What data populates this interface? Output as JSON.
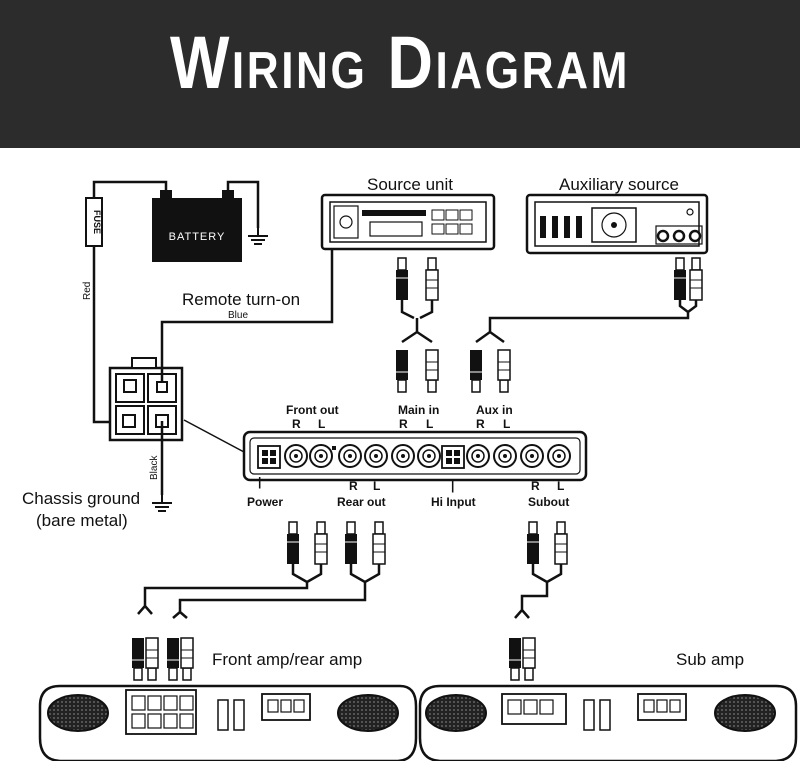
{
  "header": {
    "title": "Wiring Diagram"
  },
  "battery": {
    "label": "BATTERY",
    "plus": "+",
    "minus": "-"
  },
  "fuse": {
    "label": "FUSE"
  },
  "wires": {
    "red": "Red",
    "blue": "Blue",
    "black": "Black",
    "remote": "Remote turn-on"
  },
  "chassis": {
    "line1": "Chassis ground",
    "line2": "(bare metal)"
  },
  "source_unit": {
    "label": "Source unit"
  },
  "aux_source": {
    "label": "Auxiliary source"
  },
  "processor": {
    "front_out": "Front out",
    "main_in": "Main in",
    "aux_in": "Aux in",
    "r": "R",
    "l": "L",
    "power": "Power",
    "rear_out": "Rear out",
    "hi_input": "Hi Input",
    "sub_out": "Subout"
  },
  "amps": {
    "front_rear": "Front amp/rear amp",
    "sub": "Sub amp"
  }
}
